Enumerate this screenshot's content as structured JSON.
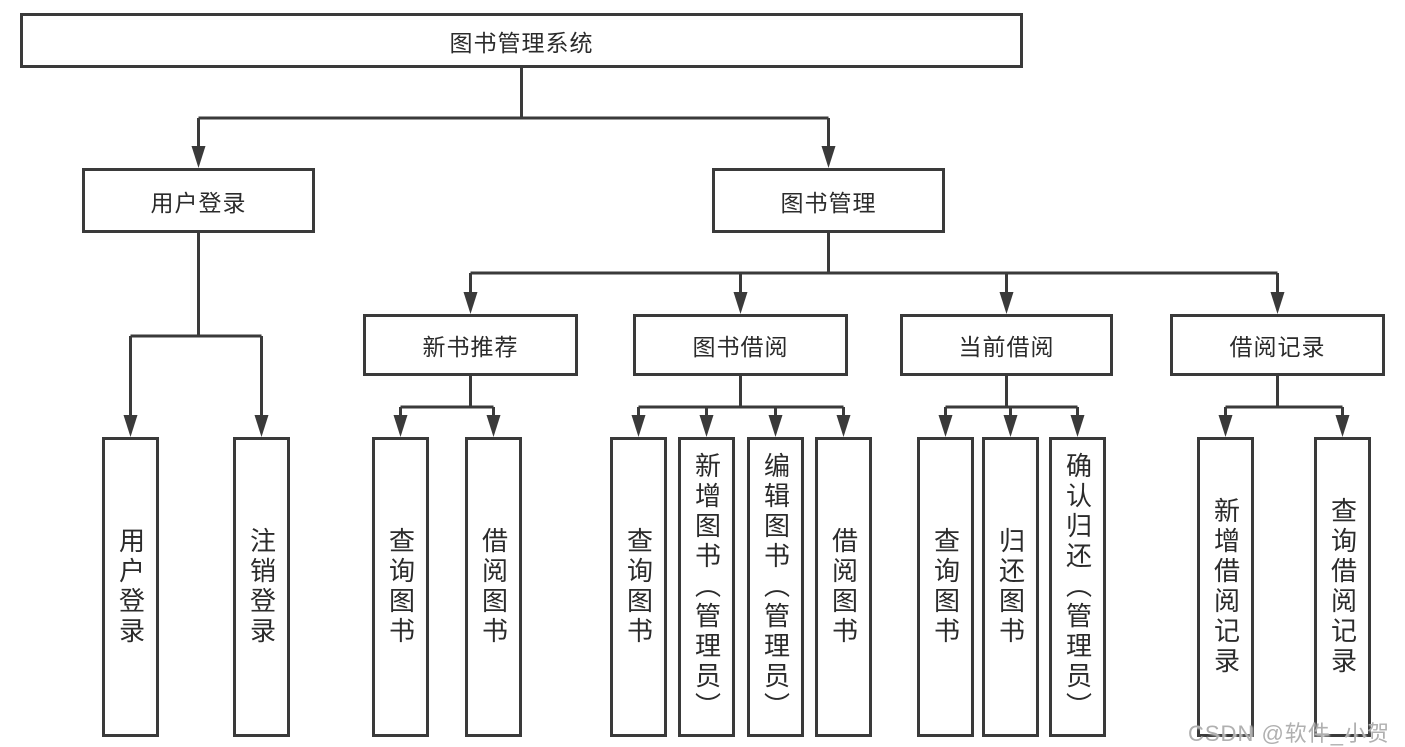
{
  "tree": {
    "label": "图书管理系统",
    "children": [
      {
        "label": "用户登录",
        "children": [
          {
            "label": "用户登录"
          },
          {
            "label": "注销登录"
          }
        ]
      },
      {
        "label": "图书管理",
        "children": [
          {
            "label": "新书推荐",
            "children": [
              {
                "label": "查询图书"
              },
              {
                "label": "借阅图书"
              }
            ]
          },
          {
            "label": "图书借阅",
            "children": [
              {
                "label": "查询图书"
              },
              {
                "label": "新增图书（管理员）"
              },
              {
                "label": "编辑图书（管理员）"
              },
              {
                "label": "借阅图书"
              }
            ]
          },
          {
            "label": "当前借阅",
            "children": [
              {
                "label": "查询图书"
              },
              {
                "label": "归还图书"
              },
              {
                "label": "确认归还（管理员）"
              }
            ]
          },
          {
            "label": "借阅记录",
            "children": [
              {
                "label": "新增借阅记录"
              },
              {
                "label": "查询借阅记录"
              }
            ]
          }
        ]
      }
    ]
  },
  "colors": {
    "line": "#3a3a3a",
    "text": "#2b2b2b",
    "watermark": "#b0b0b0"
  },
  "watermark": "CSDN @软件_小贺同学"
}
